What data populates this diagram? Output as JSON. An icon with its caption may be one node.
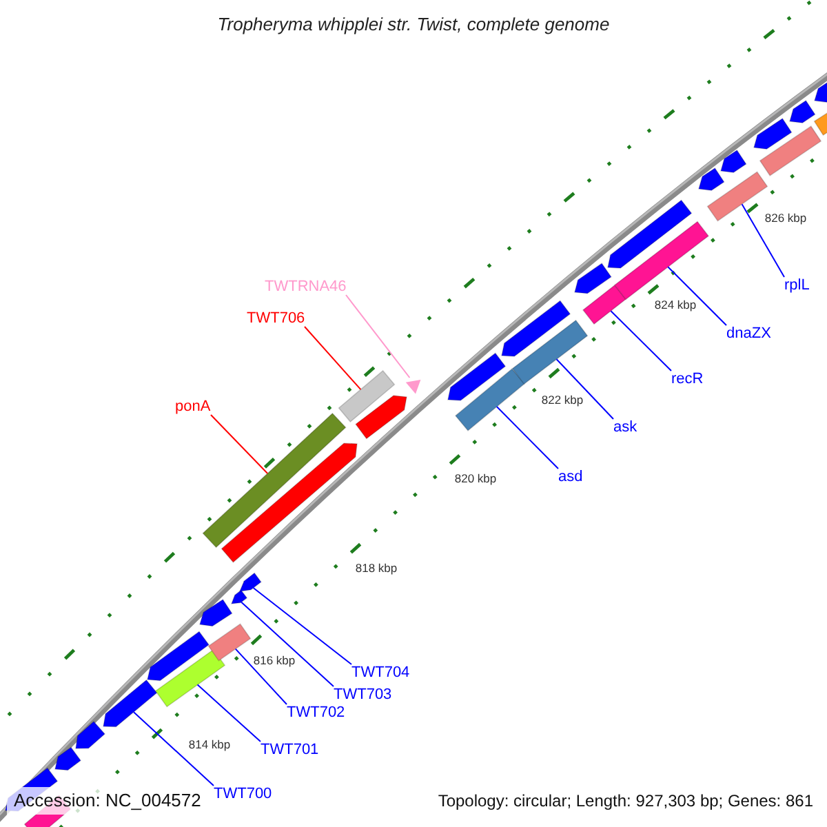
{
  "diagram": {
    "title": "Tropheryma whipplei str. Twist, complete genome",
    "nodes": [
      {
        "text": [
          "TWTRNA46"
        ]
      },
      {
        "text": [
          "TWT706"
        ]
      },
      {
        "text": [
          "ponA"
        ]
      },
      {
        "text": [
          "rplL"
        ]
      },
      {
        "text": [
          "dnaZX"
        ]
      },
      {
        "text": [
          "recR"
        ]
      },
      {
        "text": [
          "ask"
        ]
      },
      {
        "text": [
          "asd"
        ]
      },
      {
        "text": [
          "TWT704"
        ]
      },
      {
        "text": [
          "TWT703"
        ]
      },
      {
        "text": [
          "TWT702"
        ]
      },
      {
        "text": [
          "TWT701"
        ]
      },
      {
        "text": [
          "TWT700"
        ]
      },
      {
        "text": [],
        "shape": "pentagon"
      },
      {
        "text": [],
        "shape": "box"
      },
      {
        "text": [],
        "shape": "pentagon"
      },
      {
        "text": [],
        "shape": "pentagon"
      },
      {
        "text": [],
        "shape": "pentagon"
      },
      {
        "text": [],
        "shape": "pentagon"
      },
      {
        "text": [],
        "shape": "box"
      },
      {
        "text": [],
        "shape": "pentagon"
      },
      {
        "text": [],
        "shape": "box"
      },
      {
        "text": [],
        "shape": "pentagon"
      },
      {
        "text": [],
        "shape": "pentagon"
      },
      {
        "text": [],
        "shape": "box"
      },
      {
        "text": [],
        "shape": "pentagon"
      },
      {
        "text": [],
        "shape": "box"
      },
      {
        "text": [],
        "shape": "pentagon"
      },
      {
        "text": [],
        "shape": "triangle"
      },
      {
        "text": [],
        "shape": "pentagon"
      },
      {
        "text": [],
        "shape": "box"
      },
      {
        "text": [],
        "shape": "pentagon"
      },
      {
        "text": [],
        "shape": "box"
      },
      {
        "text": [],
        "shape": "pentagon"
      },
      {
        "text": [],
        "shape": "box"
      },
      {
        "text": [],
        "shape": "pentagon"
      },
      {
        "text": [],
        "shape": "box"
      },
      {
        "text": [],
        "shape": "pentagon"
      },
      {
        "text": [],
        "shape": "pentagon"
      },
      {
        "text": [],
        "shape": "box"
      },
      {
        "text": [],
        "shape": "pentagon"
      },
      {
        "text": [],
        "shape": "pentagon"
      },
      {
        "text": [],
        "shape": "box"
      },
      {
        "text": [],
        "shape": "pentagon"
      },
      {
        "text": [],
        "shape": "box"
      }
    ],
    "edges": [
      {
        "from": 0,
        "to": 28,
        "arrow": "none",
        "color": "#ff99cc"
      },
      {
        "from": 1,
        "to": 26,
        "arrow": "none",
        "color": "#ff0000"
      },
      {
        "from": 2,
        "to": 24,
        "arrow": "none",
        "color": "#ff0000"
      },
      {
        "from": 3,
        "to": 39,
        "arrow": "none"
      },
      {
        "from": 4,
        "to": 36,
        "arrow": "none"
      },
      {
        "from": 5,
        "to": 34,
        "arrow": "none"
      },
      {
        "from": 6,
        "to": 32,
        "arrow": "none"
      },
      {
        "from": 7,
        "to": 30,
        "arrow": "none"
      },
      {
        "from": 8,
        "to": 23,
        "arrow": "none"
      },
      {
        "from": 9,
        "to": 22,
        "arrow": "none"
      },
      {
        "from": 10,
        "to": 21,
        "arrow": "none"
      },
      {
        "from": 11,
        "to": 19,
        "arrow": "none"
      },
      {
        "from": 12,
        "to": 17,
        "arrow": "none"
      }
    ],
    "labels": [
      "826 kbp",
      "824 kbp",
      "822 kbp",
      "820 kbp",
      "818 kbp",
      "816 kbp",
      "814 kbp",
      "Accession: NC_004572",
      "Topology: circular; Length: 927,303 bp; Genes: 861"
    ]
  }
}
